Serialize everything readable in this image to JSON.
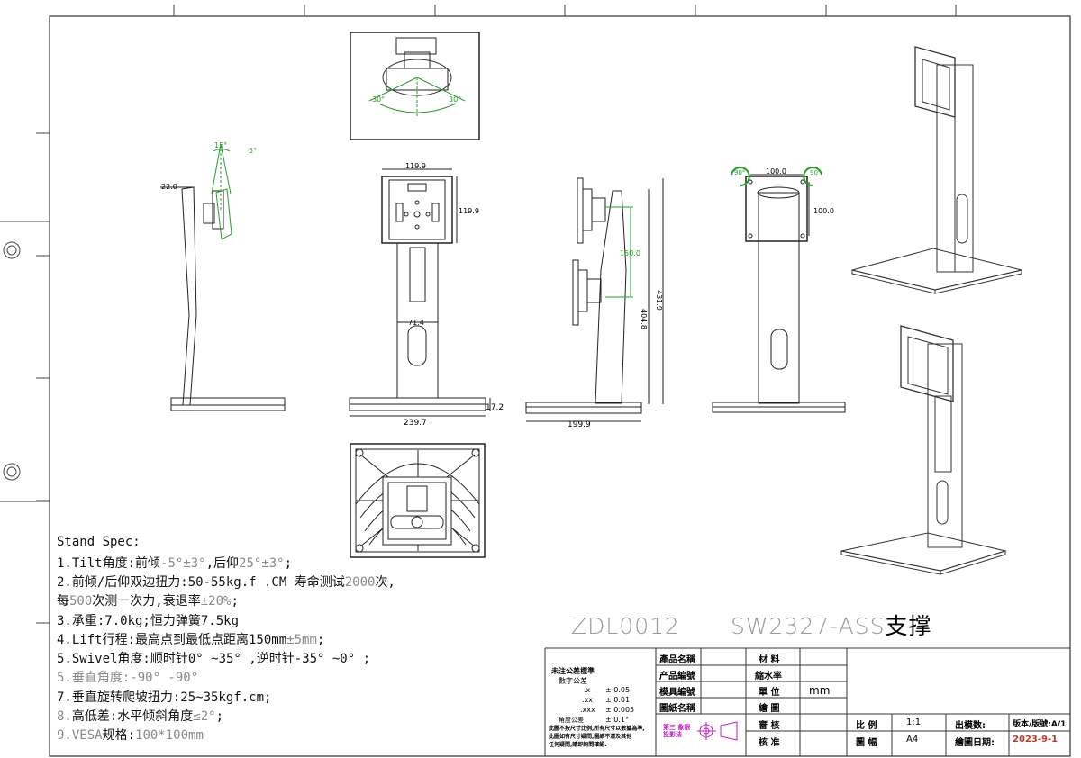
{
  "drawing": {
    "model_code": "ZDL0012",
    "part_number": "SW2327-ASS",
    "part_name": "支撑"
  },
  "dimensions": {
    "tilt_back": "15°",
    "tilt_fwd": "5°",
    "offset": "22.0",
    "vesa_w": "119.9",
    "vesa_h": "119.9",
    "col_w": "71.4",
    "base_w": "239.7",
    "base_h": "17.2",
    "lift": "150.0",
    "total_h": "431.9",
    "min_h": "404.8",
    "depth": "199.9",
    "hole_w": "100.0",
    "hole_h": "100.0",
    "rot_l": "90°",
    "rot_r": "90°",
    "swivel_l": "30°",
    "swivel_r": "30°"
  },
  "specs": {
    "heading": "Stand Spec:",
    "line1_a": "1.Tilt角度:前倾",
    "line1_b": "-5°±3°",
    "line1_c": ",后仰",
    "line1_d": "25°±3°",
    "line1_e": ";",
    "line2_a": "2.前倾/后仰双边扭力:50-55kg.f .CM  寿命测试",
    "line2_b": "2000",
    "line2_c": "次,",
    "line3_a": "每",
    "line3_b": "500",
    "line3_c": "次测一次力,衰退率",
    "line3_d": "±20%",
    "line3_e": ";",
    "line4": "3.承重:7.0kg;恒力弹簧7.5kg",
    "line5_a": "4.Lift行程:最高点到最低点距离150mm",
    "line5_b": "±5mm",
    "line5_c": ";",
    "line6": "5.Swivel角度:顺时针0° ~35° ,逆时针-35° ~0° ;",
    "line7": "5.垂直角度:-90° -90°",
    "line8": "7.垂直旋转爬坡扭力:25~35kgf.cm;",
    "line9_a": "8.",
    "line9_b": "高低差:水平倾斜角度",
    "line9_c": "≤2°",
    "line9_d": ";",
    "line10_a": "9.VESA",
    "line10_b": "规格:",
    "line10_c": "100*100mm"
  },
  "title_block": {
    "tolerance_title": "未注公差標準",
    "tolerance_sub": "數字公差",
    "tol_x": ".x",
    "tol_x_val": "± 0.05",
    "tol_xx": ".xx",
    "tol_xx_val": "± 0.01",
    "tol_xxx": ".xxx",
    "tol_xxx_val": "± 0.005",
    "tol_angle": "角度公差",
    "tol_angle_val": "± 0.1°",
    "note1": "此圖不按尺寸比例,所有尺寸以數據為準,",
    "note2": "此圖如有尺寸疑問,圖紙不清及其他",
    "note3": "任何疑問,請即詢問確認.",
    "projection": "第三 象限 投影法",
    "product_name": "產品名稱",
    "product_no": "产品編號",
    "mold_no": "模具編號",
    "drawing_name": "圖紙名稱",
    "material": "材  料",
    "shrink": "縮水率",
    "unit": "單  位",
    "unit_val": "mm",
    "drawn": "繪  圖",
    "check": "審  核",
    "approve": "核  准",
    "scale_lbl": "比  例",
    "scale_val": "1:1",
    "sheet_lbl": "圖  幅",
    "sheet_val": "A4",
    "mold_count": "出模数:",
    "version": "版本/版號:A/1",
    "date_lbl": "繪圖日期:",
    "date_val": "2023-9-1"
  }
}
